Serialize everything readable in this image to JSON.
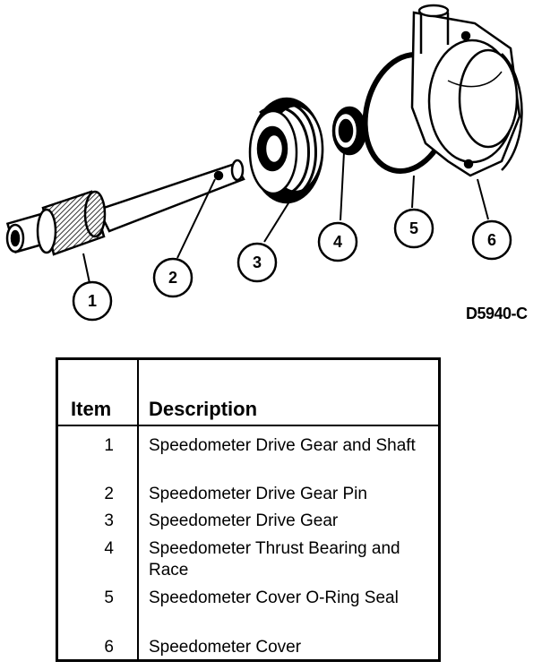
{
  "figure": {
    "code": "D5940-C",
    "callouts": [
      "1",
      "2",
      "3",
      "4",
      "5",
      "6"
    ]
  },
  "table": {
    "headers": {
      "item": "Item",
      "description": "Description"
    },
    "rows": [
      {
        "item": "1",
        "description": "Speedometer Drive Gear and Shaft"
      },
      {
        "item": "2",
        "description": "Speedometer Drive Gear Pin"
      },
      {
        "item": "3",
        "description": "Speedometer Drive Gear"
      },
      {
        "item": "4",
        "description": "Speedometer Thrust Bearing and Race"
      },
      {
        "item": "5",
        "description": "Speedometer Cover O-Ring Seal"
      },
      {
        "item": "6",
        "description": "Speedometer Cover"
      }
    ]
  }
}
